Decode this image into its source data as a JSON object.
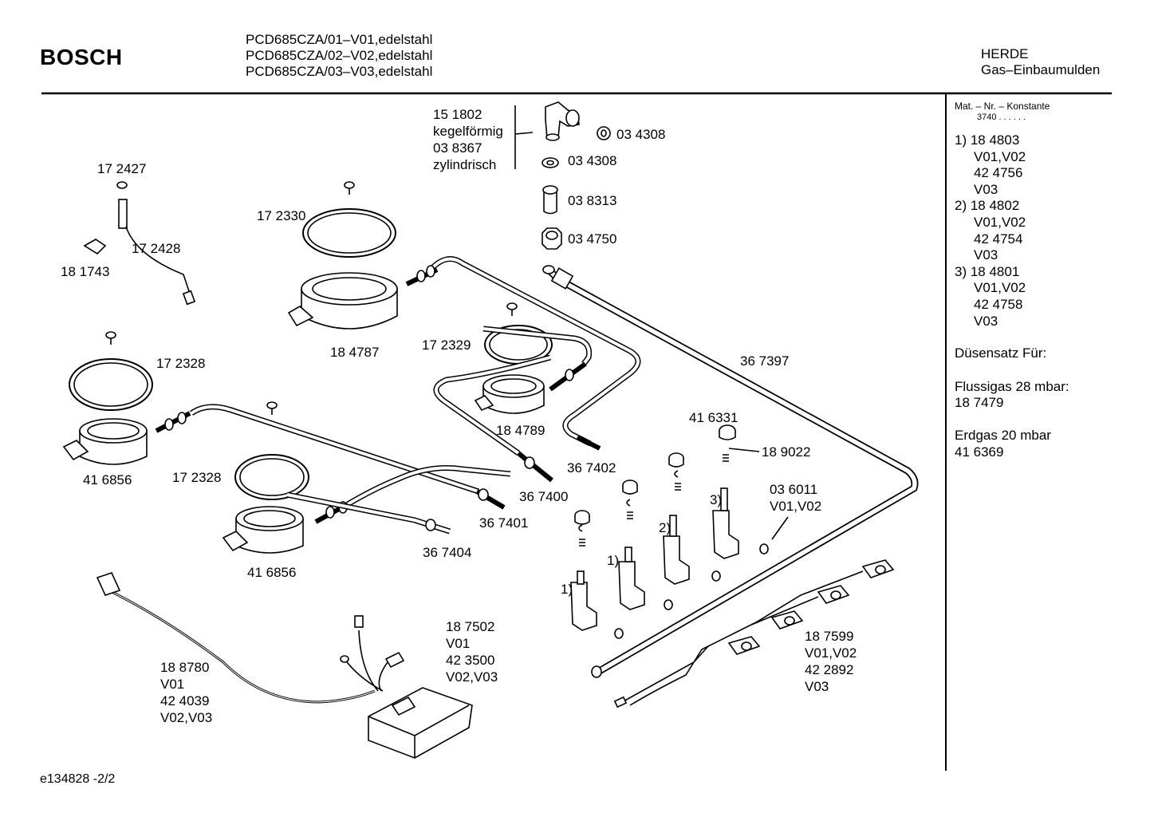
{
  "header": {
    "brand": "BOSCH",
    "models": [
      "PCD685CZA/01–V01,edelstahl",
      "PCD685CZA/02–V02,edelstahl",
      "PCD685CZA/03–V03,edelstahl"
    ],
    "category": [
      "HERDE",
      "Gas–Einbaumulden"
    ]
  },
  "sidebar": {
    "mat_label": "Mat. – Nr. – Konstante",
    "mat_value": "3740  .  .  .  .  .  .",
    "lines": [
      {
        "text": "1) 18 4803",
        "indent": false
      },
      {
        "text": "V01,V02",
        "indent": true
      },
      {
        "text": "42 4756",
        "indent": true
      },
      {
        "text": "V03",
        "indent": true
      },
      {
        "text": "2) 18 4802",
        "indent": false
      },
      {
        "text": "V01,V02",
        "indent": true
      },
      {
        "text": "42 4754",
        "indent": true
      },
      {
        "text": "V03",
        "indent": true
      },
      {
        "text": "3) 18 4801",
        "indent": false
      },
      {
        "text": "V01,V02",
        "indent": true
      },
      {
        "text": "42 4758",
        "indent": true
      },
      {
        "text": "V03",
        "indent": true
      }
    ],
    "duesensatz": "Düsensatz Für:",
    "flussigas_label": "Flussigas 28 mbar:",
    "flussigas_value": "18 7479",
    "erdgas_label": "Erdgas 20 mbar",
    "erdgas_value": "41 6369"
  },
  "footer": "e134828   -2/2",
  "labels": {
    "p151802": "15 1802",
    "kegel": "kegelförmig",
    "p038367": "03 8367",
    "zyl": "zylindrisch",
    "p034308a": "03 4308",
    "p034308b": "03 4308",
    "p038313": "03 8313",
    "p034750": "03 4750",
    "p172427": "17 2427",
    "p172428": "17 2428",
    "p181743": "18 1743",
    "p172330": "17 2330",
    "p184787": "18 4787",
    "p172329": "17 2329",
    "p184789": "18 4789",
    "p367397": "36 7397",
    "p172328a": "17 2328",
    "p416856a": "41 6856",
    "p172328b": "17 2328",
    "p416856b": "41 6856",
    "p367402": "36 7402",
    "p367400": "36 7400",
    "p367401": "36 7401",
    "p367404": "36 7404",
    "p416331": "41 6331",
    "p189022": "18 9022",
    "p036011": "03 6011",
    "v0102a": "V01,V02",
    "m1a": "1)",
    "m1b": "1)",
    "m2": "2)",
    "m3": "3)",
    "p187502": "18 7502",
    "v01a": "V01",
    "p423500": "42 3500",
    "v0203a": "V02,V03",
    "p188780": "18 8780",
    "v01b": "V01",
    "p424039": "42 4039",
    "v0203b": "V02,V03",
    "p187599": "18 7599",
    "v0102b": "V01,V02",
    "p422892": "42 2892",
    "v03": "V03"
  }
}
